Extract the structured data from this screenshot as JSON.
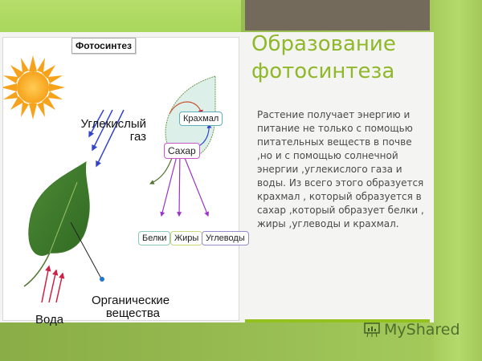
{
  "slide": {
    "title_line1": "Образование",
    "title_line2": "фотосинтеза",
    "body": "Растение получает энергию и питание не только с помощью питательных веществ в почве ,но и с помощью солнечной энергии ,углекислого газа и воды. Из всего этого образуется крахмал , который образуется в сахар ,который образует белки , жиры ,углеводы и крахмал."
  },
  "diagram": {
    "heading": "Фотосинтез",
    "co2_line1": "Углекислый",
    "co2_line2": "газ",
    "starch": "Крахмал",
    "sugar": "Сахар",
    "proteins": "Белки",
    "fats": "Жиры",
    "carbs": "Углеводы",
    "water": "Вода",
    "organic_line1": "Органические",
    "organic_line2": "вещества"
  },
  "watermark": {
    "text": "MyShared"
  },
  "colors": {
    "accent_green": "#93c11d",
    "title_green": "#8fb82a",
    "header_dark": "#736a5c",
    "arrow_blue": "#3344cc",
    "arrow_red": "#cc2244",
    "arrow_purple": "#9933cc"
  }
}
